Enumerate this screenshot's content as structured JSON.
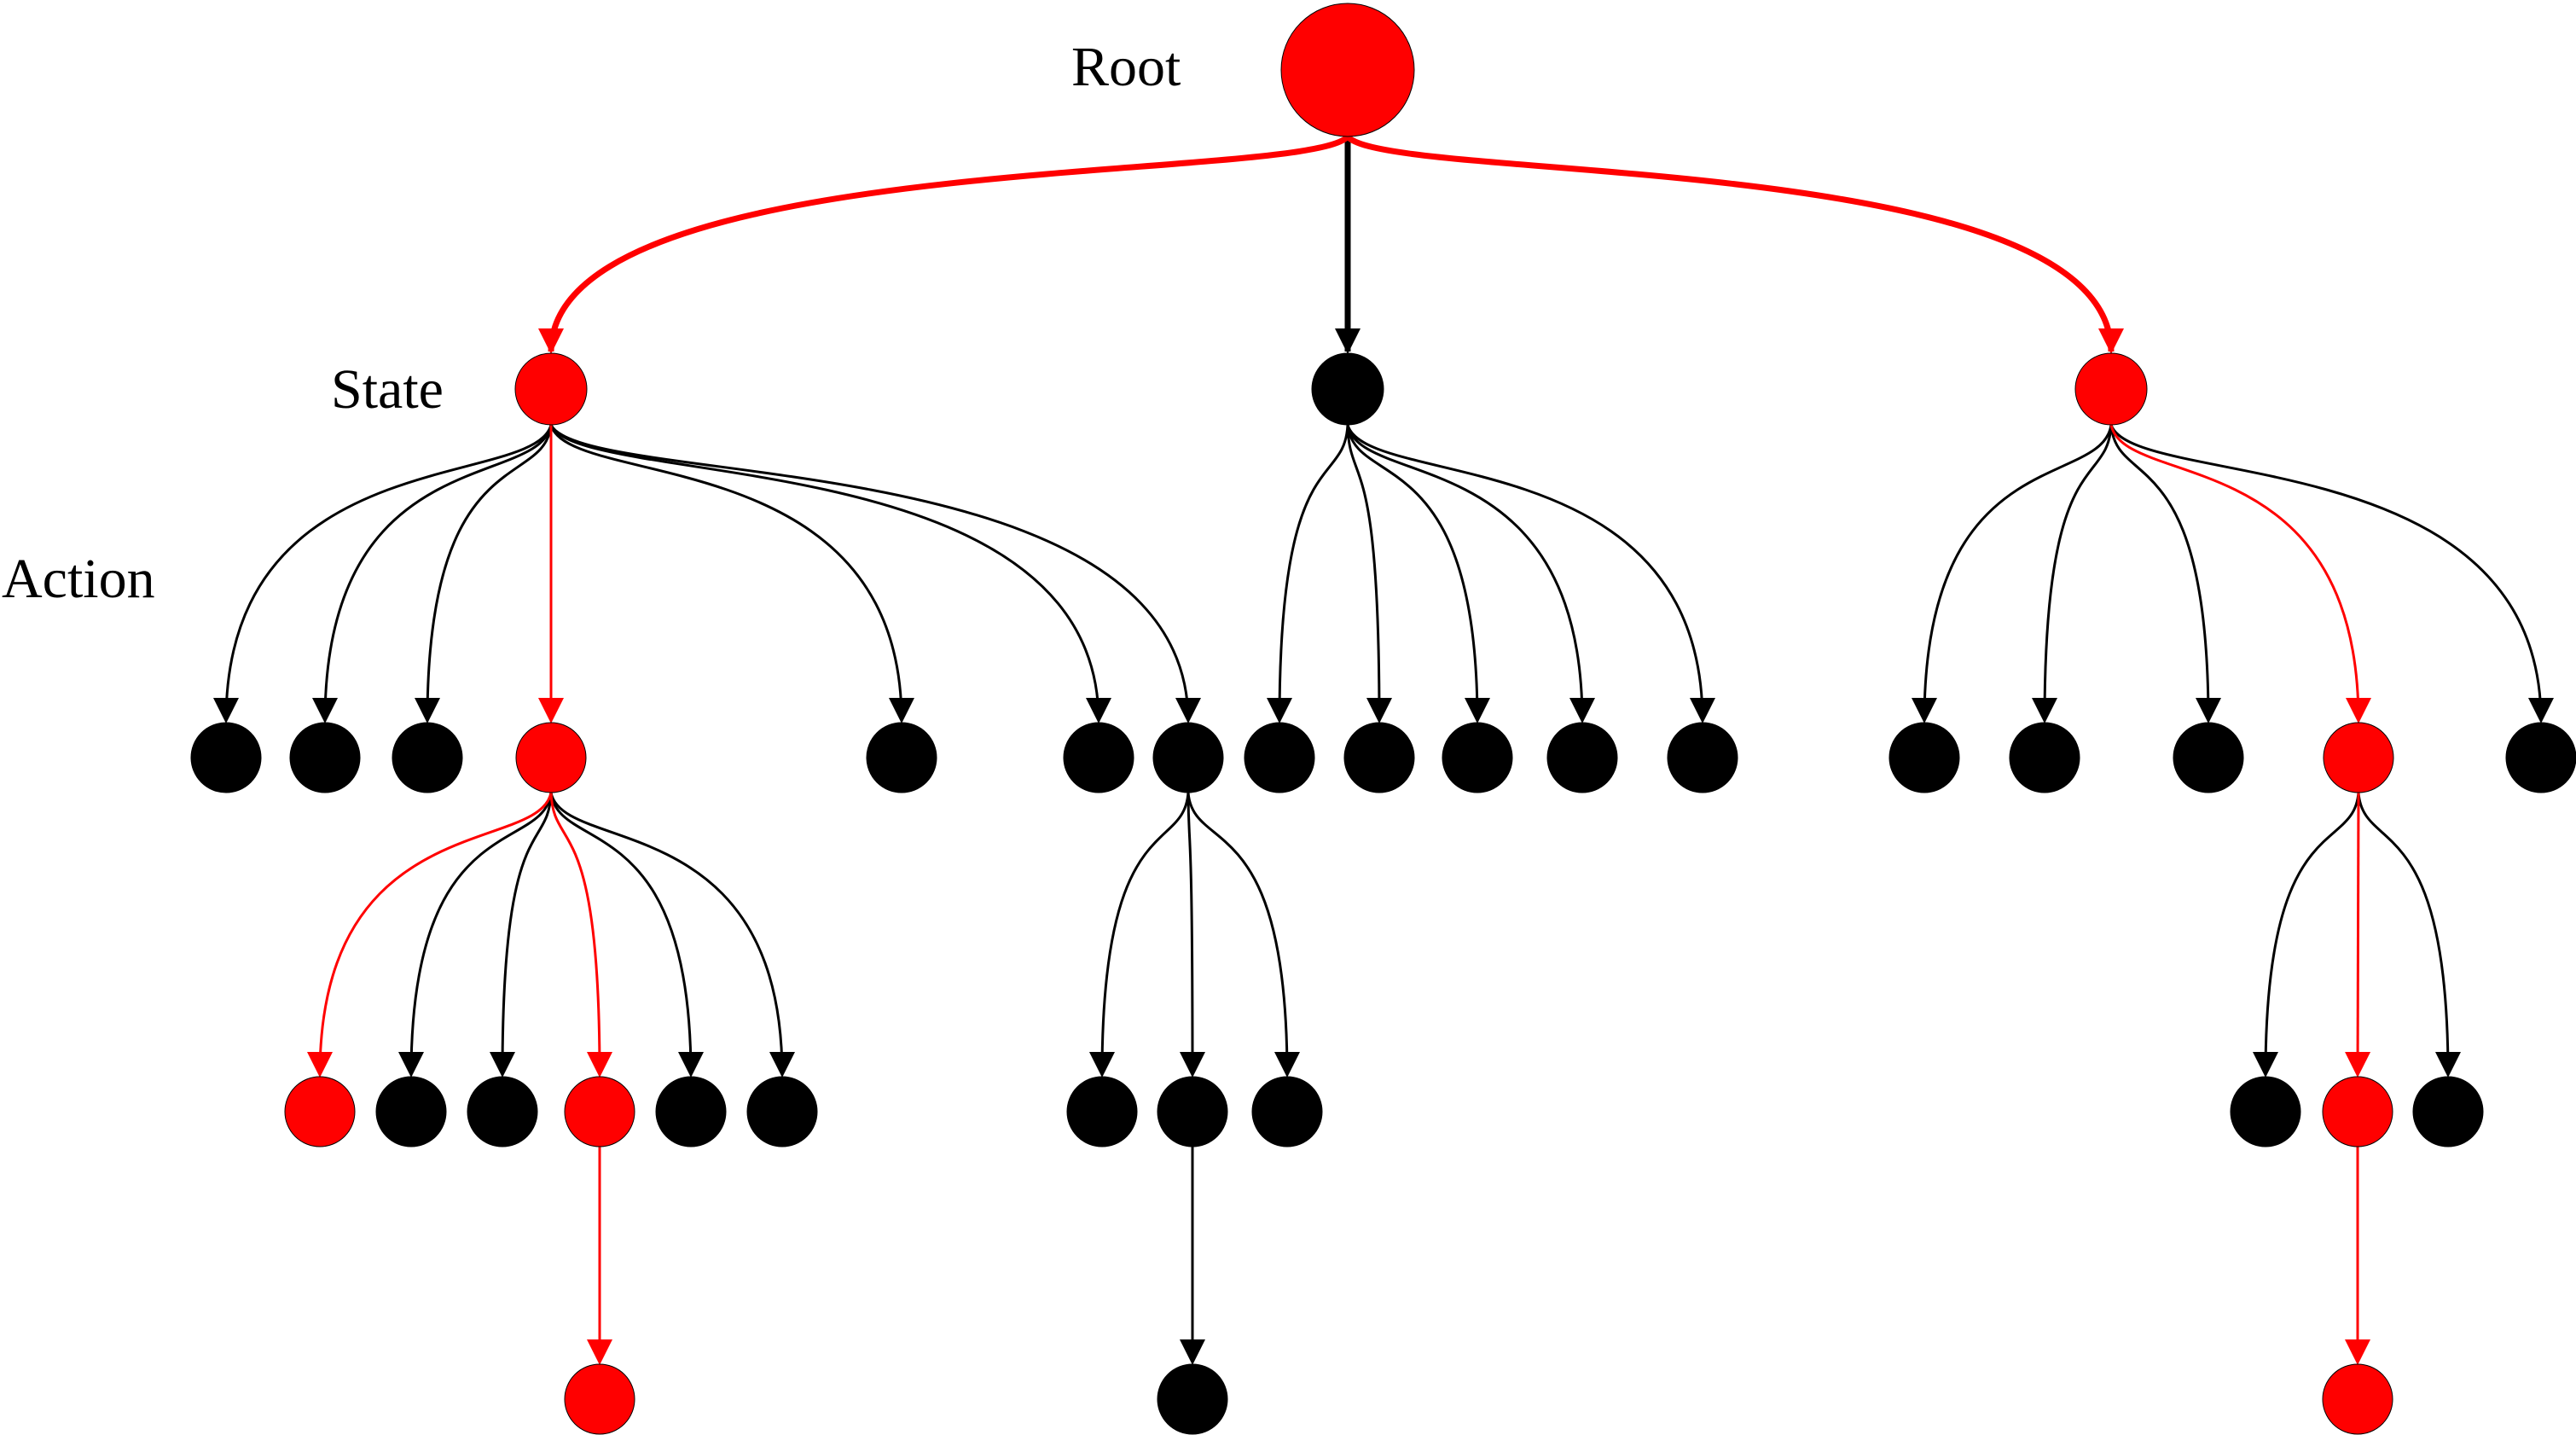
{
  "labels": {
    "root": "Root",
    "state": "State",
    "action": "Action"
  },
  "colors": {
    "selected": "#ff0000",
    "default": "#000000"
  },
  "tree": {
    "id": "root",
    "selected": true,
    "children": [
      {
        "id": "s1",
        "selected": true,
        "children": [
          {
            "id": "s1-a1",
            "selected": false
          },
          {
            "id": "s1-a2",
            "selected": false
          },
          {
            "id": "s1-a3",
            "selected": false
          },
          {
            "id": "s1-a4",
            "selected": true,
            "children": [
              {
                "id": "s1-a4-c1",
                "selected": true
              },
              {
                "id": "s1-a4-c2",
                "selected": false
              },
              {
                "id": "s1-a4-c3",
                "selected": false
              },
              {
                "id": "s1-a4-c4",
                "selected": true,
                "children": [
                  {
                    "id": "s1-a4-c4-leaf",
                    "selected": true
                  }
                ]
              },
              {
                "id": "s1-a4-c5",
                "selected": false
              },
              {
                "id": "s1-a4-c6",
                "selected": false
              }
            ]
          },
          {
            "id": "s1-a5",
            "selected": false
          },
          {
            "id": "s1-a6",
            "selected": false
          },
          {
            "id": "s1-a7",
            "selected": false,
            "children": [
              {
                "id": "s1-a7-c1",
                "selected": false
              },
              {
                "id": "s1-a7-c2",
                "selected": false,
                "children": [
                  {
                    "id": "s1-a7-c2-leaf",
                    "selected": false
                  }
                ]
              },
              {
                "id": "s1-a7-c3",
                "selected": false
              }
            ]
          }
        ]
      },
      {
        "id": "s2",
        "selected": false,
        "children": [
          {
            "id": "s2-a1",
            "selected": false
          },
          {
            "id": "s2-a2",
            "selected": false
          },
          {
            "id": "s2-a3",
            "selected": false
          },
          {
            "id": "s2-a4",
            "selected": false
          },
          {
            "id": "s2-a5",
            "selected": false
          }
        ]
      },
      {
        "id": "s3",
        "selected": true,
        "children": [
          {
            "id": "s3-a1",
            "selected": false
          },
          {
            "id": "s3-a2",
            "selected": false
          },
          {
            "id": "s3-a3",
            "selected": false
          },
          {
            "id": "s3-a4",
            "selected": true,
            "children": [
              {
                "id": "s3-a4-c1",
                "selected": false
              },
              {
                "id": "s3-a4-c2",
                "selected": true,
                "children": [
                  {
                    "id": "s3-a4-c2-leaf",
                    "selected": true
                  }
                ]
              },
              {
                "id": "s3-a4-c3",
                "selected": false
              }
            ]
          },
          {
            "id": "s3-a5",
            "selected": false
          }
        ]
      }
    ]
  }
}
